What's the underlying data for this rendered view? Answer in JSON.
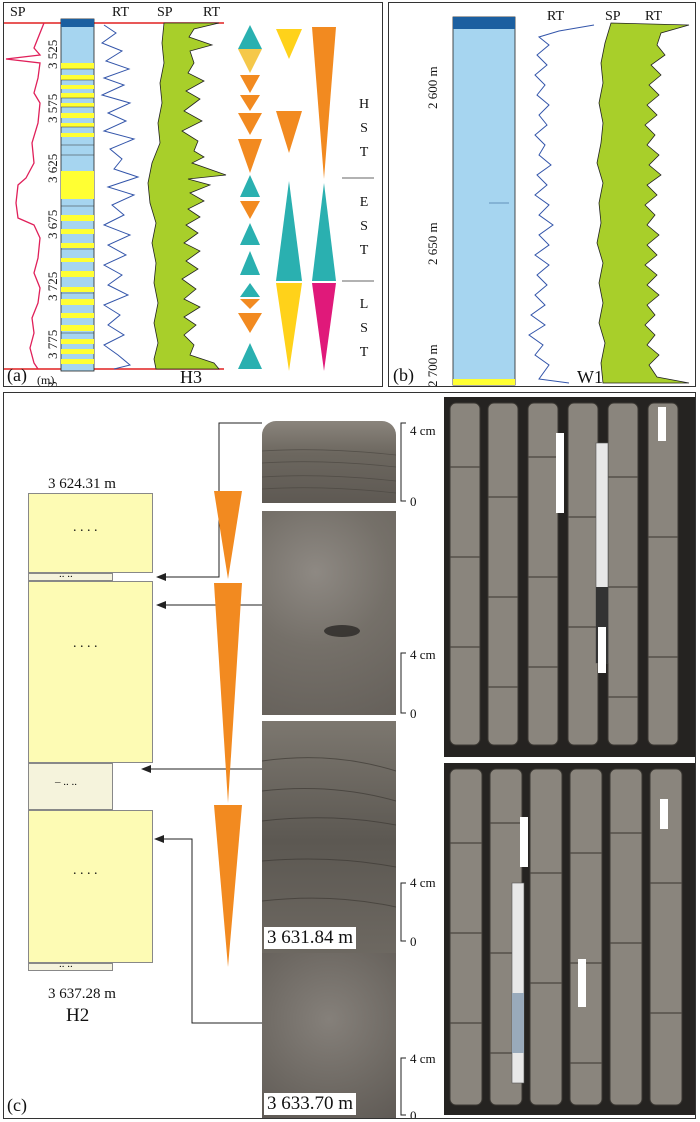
{
  "panel_a": {
    "label": "(a)",
    "headers": {
      "sp1": "SP",
      "rt1": "RT",
      "sp2": "SP",
      "rt2": "RT"
    },
    "depth_ticks": [
      "3 525",
      "3 575",
      "3 625",
      "3 675",
      "3 725",
      "3 775"
    ],
    "depth_unit": "(m)",
    "depth_prefix": "3",
    "well_name": "H3",
    "systems_tracts": [
      {
        "letters": "H S T"
      },
      {
        "letters": "E S T"
      },
      {
        "letters": "L S T"
      }
    ]
  },
  "panel_b": {
    "label": "(b)",
    "headers": {
      "rt": "RT",
      "sp1": "SP",
      "rt2": "RT"
    },
    "depth_ticks": [
      "2 600 m",
      "2 650 m",
      "2 700 m"
    ],
    "well_name": "W1"
  },
  "panel_c": {
    "label": "(c)",
    "top_depth": "3 624.31 m",
    "bottom_depth": "3 637.28 m",
    "well_name": "H2",
    "dots": ". . . .",
    "dots_small": ".. ..",
    "dots_dash": "– .. ..",
    "scale": {
      "top": "4 cm",
      "bottom": "0"
    },
    "photo_depths": [
      "3 631.84 m",
      "3 633.70 m"
    ]
  },
  "colors": {
    "sandstone_yellow": "#ffff33",
    "mudstone_blue": "#a6d5f0",
    "sp_fill": "#a8cf2a",
    "sp_curve_red": "#e0205a",
    "rt_curve_blue": "#3355aa",
    "boundary_red": "#e02020",
    "triangle_orange": "#f28a20",
    "triangle_yellow": "#ffd21a",
    "triangle_teal": "#2ab0b0",
    "triangle_magenta": "#e0197a",
    "core_box_yellow": "#fdfbb4",
    "rock_photo_gray": "#6f6a64"
  }
}
